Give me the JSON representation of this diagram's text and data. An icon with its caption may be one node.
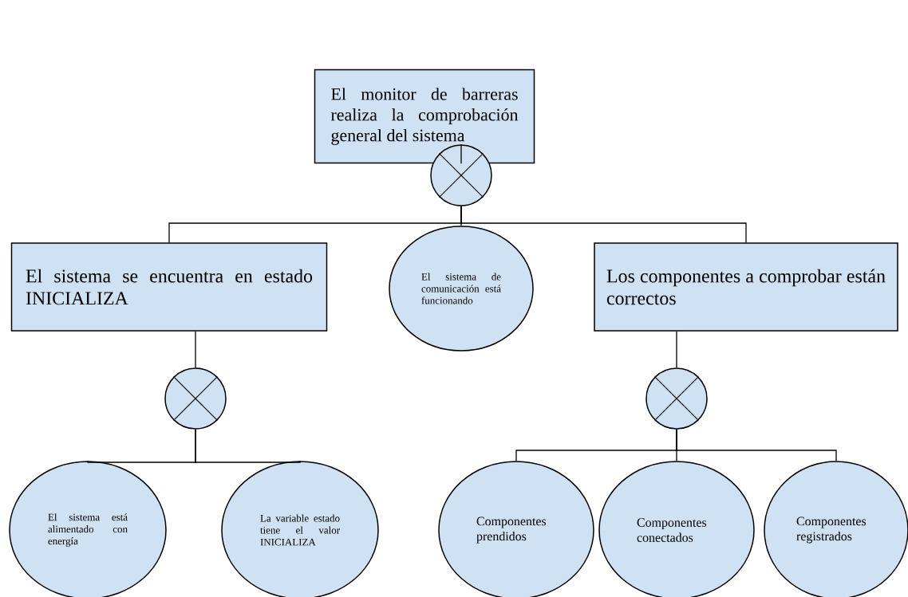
{
  "diagram": {
    "nodes": [
      {
        "text": [
          "El monitor de barreras realiza la comprobación general del sistema"
        ]
      },
      {
        "text": [],
        "shape": "circle"
      },
      {
        "text": [
          "El sistema se encuentra en estado INICIALIZA"
        ]
      },
      {
        "text": [
          "El sistema de comunicación está funcionando"
        ]
      },
      {
        "text": [
          "Los componentes a comprobar están correctos"
        ]
      },
      {
        "text": [],
        "shape": "circle"
      },
      {
        "text": [],
        "shape": "circle"
      },
      {
        "text": [
          "El sistema está alimentado con energía"
        ]
      },
      {
        "text": [
          "La variable estado tiene el valor INICIALIZA"
        ]
      },
      {
        "text": [
          "Componentes prendidos"
        ]
      },
      {
        "text": [
          "Componentes conectados"
        ]
      },
      {
        "text": [
          "Componentes registrados"
        ]
      }
    ],
    "edges": [
      {
        "from": 0,
        "to": 1,
        "arrow": "none"
      },
      {
        "from": 1,
        "to": 2,
        "arrow": "none"
      },
      {
        "from": 1,
        "to": 3,
        "arrow": "none"
      },
      {
        "from": 1,
        "to": 4,
        "arrow": "none"
      },
      {
        "from": 2,
        "to": 5,
        "arrow": "none"
      },
      {
        "from": 5,
        "to": 7,
        "arrow": "none"
      },
      {
        "from": 5,
        "to": 8,
        "arrow": "none"
      },
      {
        "from": 4,
        "to": 6,
        "arrow": "none"
      },
      {
        "from": 6,
        "to": 9,
        "arrow": "none"
      },
      {
        "from": 6,
        "to": 10,
        "arrow": "none"
      },
      {
        "from": 6,
        "to": 11,
        "arrow": "none"
      }
    ]
  }
}
